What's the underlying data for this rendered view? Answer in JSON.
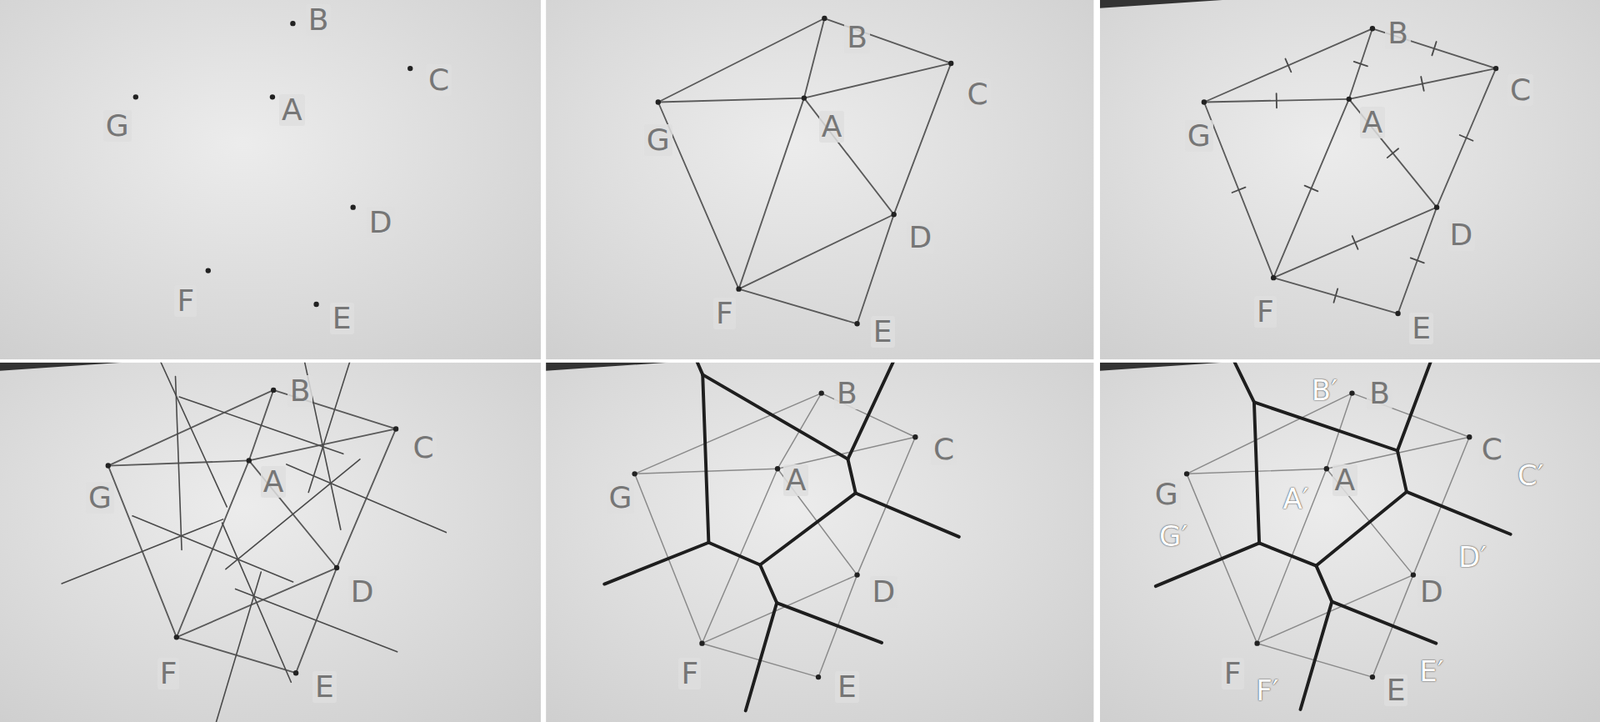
{
  "diagram": {
    "labels": [
      "B",
      "C",
      "G",
      "A",
      "D",
      "F",
      "E",
      "B",
      "C",
      "G",
      "A",
      "D",
      "F",
      "E",
      "B",
      "C",
      "G",
      "A",
      "D",
      "F",
      "E",
      "B",
      "C",
      "G",
      "A",
      "D",
      "F",
      "E",
      "B",
      "C",
      "G",
      "A",
      "D",
      "F",
      "E",
      "B′",
      "B",
      "C",
      "G",
      "A′",
      "A",
      "C′",
      "G′",
      "D′",
      "D",
      "F",
      "F′",
      "E′",
      "E"
    ]
  }
}
